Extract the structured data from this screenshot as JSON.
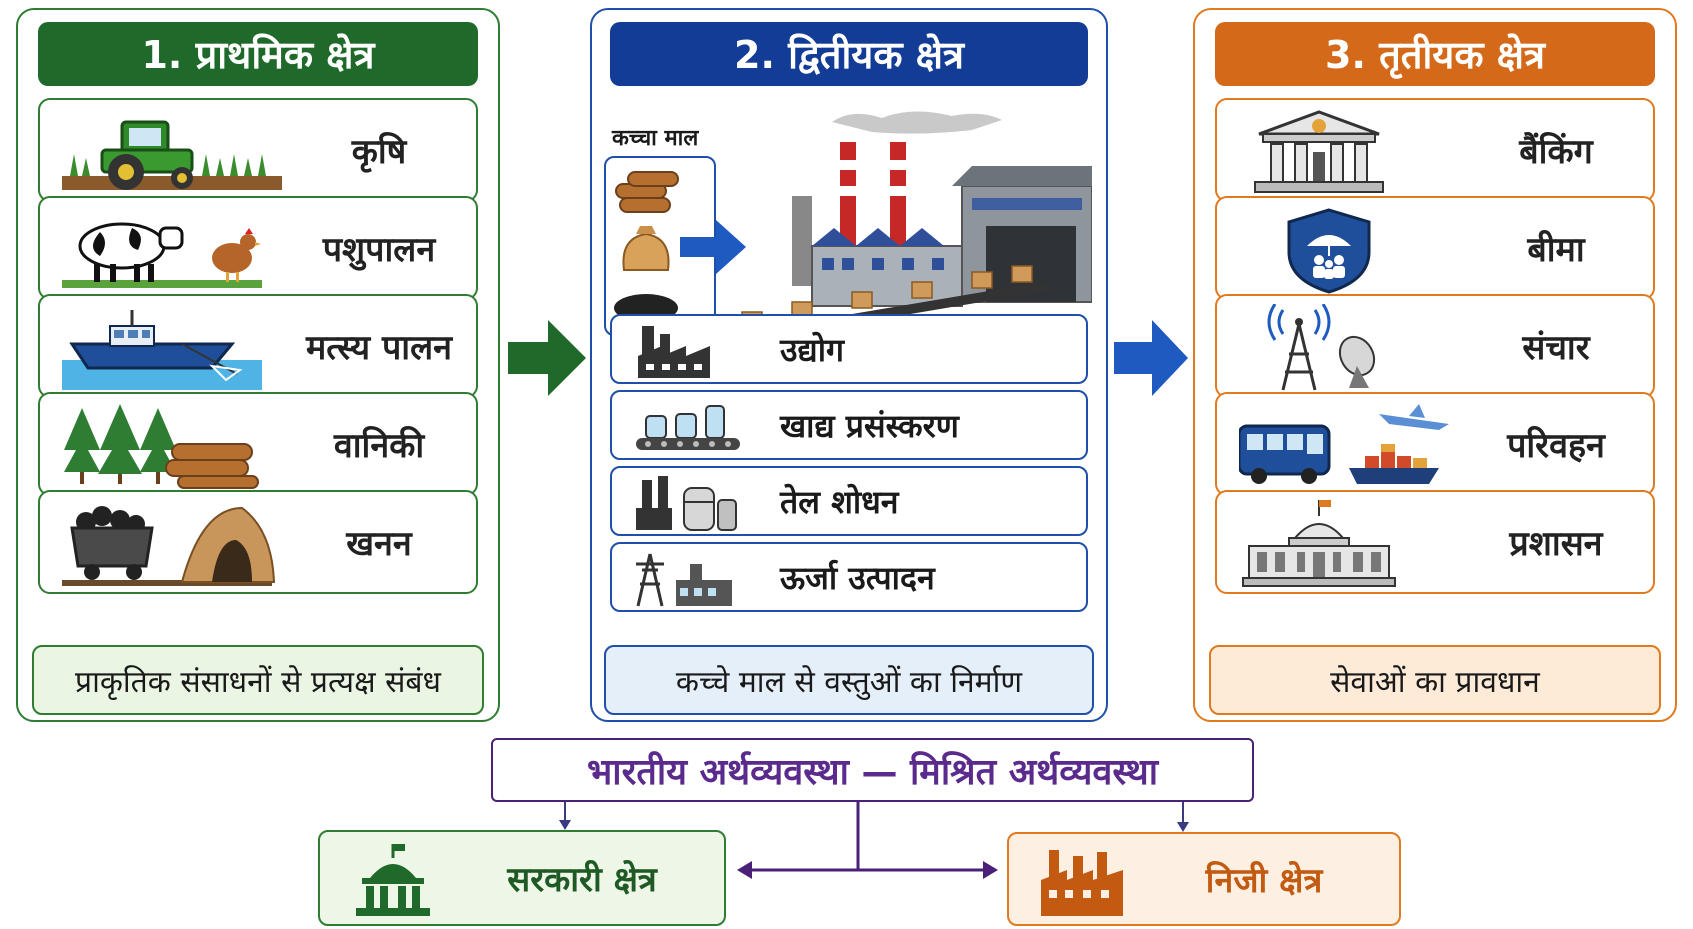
{
  "colors": {
    "primary": "#1f6a2a",
    "secondary": "#123c96",
    "tertiary": "#d4691a",
    "economy": "#5a2b8c"
  },
  "primary": {
    "title": "1. प्राथमिक क्षेत्र",
    "items": [
      {
        "label": "कृषि",
        "icon": "tractor-icon"
      },
      {
        "label": "पशुपालन",
        "icon": "cow-hen-icon"
      },
      {
        "label": "मत्स्य पालन",
        "icon": "fishing-boat-icon"
      },
      {
        "label": "वानिकी",
        "icon": "forest-logs-icon"
      },
      {
        "label": "खनन",
        "icon": "mine-cart-icon"
      }
    ],
    "footer": "प्राकृतिक संसाधनों से प्रत्यक्ष संबंध"
  },
  "secondary": {
    "title": "2. द्वितीयक क्षेत्र",
    "raw_material_label": "कच्चा माल",
    "items": [
      {
        "label": "उद्योग",
        "icon": "factory-icon"
      },
      {
        "label": "खाद्य प्रसंस्करण",
        "icon": "food-processing-icon"
      },
      {
        "label": "तेल शोधन",
        "icon": "refinery-icon"
      },
      {
        "label": "ऊर्जा उत्पादन",
        "icon": "power-tower-icon"
      }
    ],
    "footer": "कच्चे माल से वस्तुओं  का निर्माण"
  },
  "tertiary": {
    "title": "3. तृतीयक क्षेत्र",
    "items": [
      {
        "label": "बैंकिंग",
        "icon": "bank-icon"
      },
      {
        "label": "बीमा",
        "icon": "insurance-shield-icon"
      },
      {
        "label": "संचार",
        "icon": "communication-tower-icon"
      },
      {
        "label": "परिवहन",
        "icon": "transport-icon"
      },
      {
        "label": "प्रशासन",
        "icon": "government-building-icon"
      }
    ],
    "footer": "सेवाओं का प्रावधान"
  },
  "economy": {
    "title": "भारतीय अर्थव्यवस्था — मिश्रित अर्थव्यवस्था",
    "government": "सरकारी क्षेत्र",
    "private": "निजी क्षेत्र"
  }
}
